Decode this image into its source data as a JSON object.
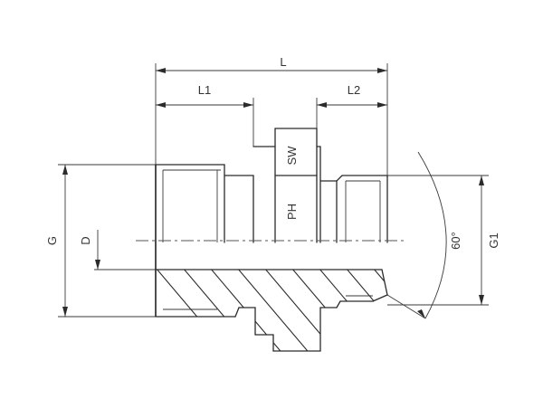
{
  "labels": {
    "L": "L",
    "L1": "L1",
    "L2": "L2",
    "SW": "SW",
    "PH": "PH",
    "G": "G",
    "D": "D",
    "G1": "G1",
    "angle": "60°"
  },
  "colors": {
    "line": "#2b2b2b",
    "background": "#ffffff"
  }
}
